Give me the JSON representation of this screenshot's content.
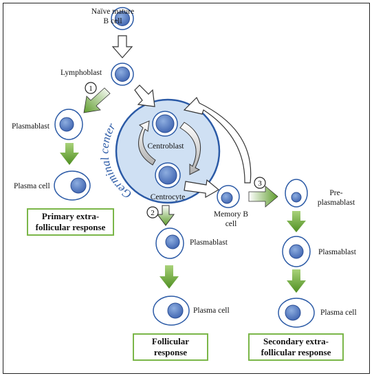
{
  "labels": {
    "naive": [
      "Naïve mature",
      "B cell"
    ],
    "lymphoblast": "Lymphoblast",
    "plasmablast_left": "Plasmablast",
    "plasma_cell_left": "Plasma cell",
    "germinal_center": "Germinal center",
    "centroblast": "Centroblast",
    "centrocyte": "Centrocyte",
    "memory_b": [
      "Memory B",
      "cell"
    ],
    "pre_plasmablast": [
      "Pre-",
      "plasmablast"
    ],
    "plasmablast_mid": "Plasmablast",
    "plasma_cell_mid": "Plasma cell",
    "plasmablast_right": "Plasmablast",
    "plasma_cell_right": "Plasma cell"
  },
  "step_numbers": [
    "1",
    "2",
    "3"
  ],
  "responses": {
    "primary": [
      "Primary extra-",
      "follicular response"
    ],
    "follicular": [
      "Follicular",
      "response"
    ],
    "secondary": [
      "Secondary extra-",
      "follicular response"
    ]
  },
  "colors": {
    "germinal_fill": "#cfe0f3",
    "germinal_border": "#2b5aa6",
    "nucleus": "#4a72c0",
    "green_arrow": "#6aa338",
    "box_border": "#7ab648"
  }
}
